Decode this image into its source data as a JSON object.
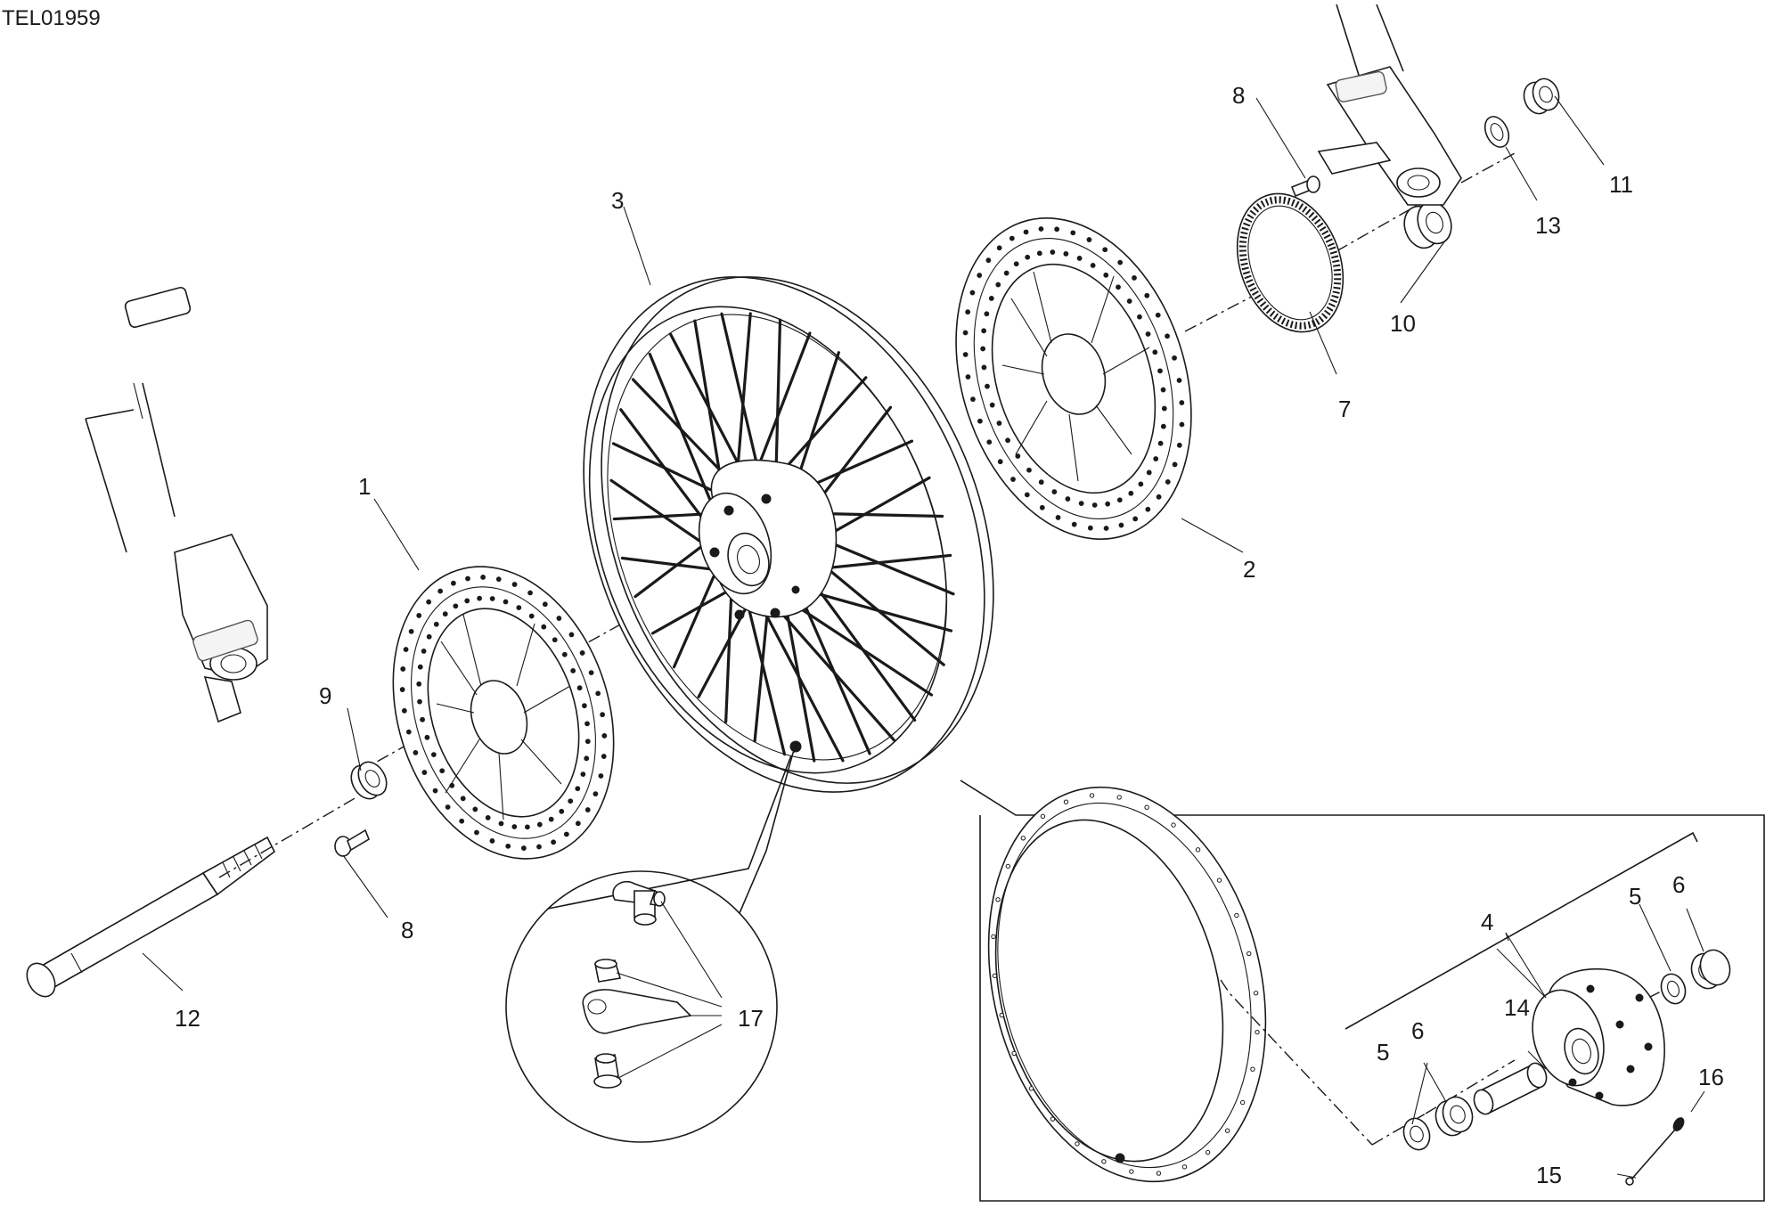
{
  "drawing_code": "TEL01959",
  "callouts": [
    {
      "id": "c1",
      "text": "1"
    },
    {
      "id": "c2",
      "text": "2"
    },
    {
      "id": "c3",
      "text": "3"
    },
    {
      "id": "c4",
      "text": "4"
    },
    {
      "id": "c5a",
      "text": "5"
    },
    {
      "id": "c5b",
      "text": "5"
    },
    {
      "id": "c6a",
      "text": "6"
    },
    {
      "id": "c6b",
      "text": "6"
    },
    {
      "id": "c7",
      "text": "7"
    },
    {
      "id": "c8a",
      "text": "8"
    },
    {
      "id": "c8b",
      "text": "8"
    },
    {
      "id": "c9",
      "text": "9"
    },
    {
      "id": "c10",
      "text": "10"
    },
    {
      "id": "c11",
      "text": "11"
    },
    {
      "id": "c12",
      "text": "12"
    },
    {
      "id": "c13",
      "text": "13"
    },
    {
      "id": "c14",
      "text": "14"
    },
    {
      "id": "c15",
      "text": "15"
    },
    {
      "id": "c16",
      "text": "16"
    },
    {
      "id": "c17",
      "text": "17"
    }
  ]
}
